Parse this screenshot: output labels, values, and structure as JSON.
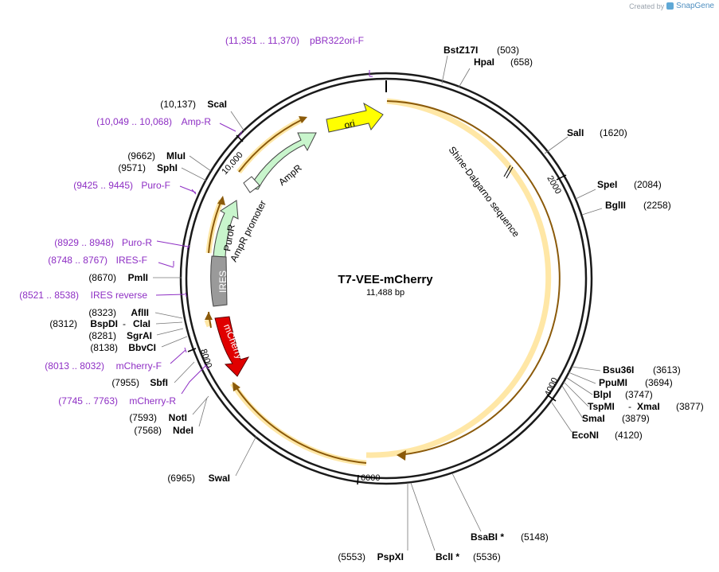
{
  "credit": {
    "prefix": "Created by",
    "brand": "SnapGene"
  },
  "plasmid": {
    "name": "T7-VEE-mCherry",
    "length_label": "11,488 bp",
    "length": 11488
  },
  "colors": {
    "enzyme_text": "#000000",
    "primer": "#8e2fc4",
    "feature_ori": "#ffff00",
    "feature_resistance": "#c8f5cc",
    "feature_mcherry": "#e00000",
    "feature_ires": "#9a9a9a",
    "orf_arrow": "#8b5a0a",
    "orf_halo": "#ffe7a6"
  },
  "tick_labels": [
    "2000",
    "4000",
    "6000",
    "8000",
    "10,000"
  ],
  "enzymes_right": [
    {
      "name": "BstZ17I",
      "pos_label": "(503)"
    },
    {
      "name": "HpaI",
      "pos_label": "(658)"
    },
    {
      "name": "SalI",
      "pos_label": "(1620)"
    },
    {
      "name": "SpeI",
      "pos_label": "(2084)"
    },
    {
      "name": "BglII",
      "pos_label": "(2258)"
    },
    {
      "name": "Bsu36I",
      "pos_label": "(3613)"
    },
    {
      "name": "PpuMI",
      "pos_label": "(3694)"
    },
    {
      "name": "BlpI",
      "pos_label": "(3747)"
    },
    {
      "name": "TspMI",
      "name2": "XmaI",
      "pos_label": "(3877)"
    },
    {
      "name": "SmaI",
      "pos_label": "(3879)"
    },
    {
      "name": "EcoNI",
      "pos_label": "(4120)"
    },
    {
      "name": "BsaBI *",
      "pos_label": "(5148)"
    },
    {
      "name": "BclI *",
      "pos_label": "(5536)"
    }
  ],
  "enzymes_left": [
    {
      "name": "PspXI",
      "pos_label": "(5553)"
    },
    {
      "name": "SwaI",
      "pos_label": "(6965)"
    },
    {
      "name": "NdeI",
      "pos_label": "(7568)"
    },
    {
      "name": "NotI",
      "pos_label": "(7593)"
    },
    {
      "name": "SbfI",
      "pos_label": "(7955)"
    },
    {
      "name": "BbvCI",
      "pos_label": "(8138)"
    },
    {
      "name": "SgrAI",
      "pos_label": "(8281)"
    },
    {
      "name": "BspDI",
      "name2": "ClaI",
      "pos_label": "(8312)"
    },
    {
      "name": "AflII",
      "pos_label": "(8323)"
    },
    {
      "name": "PmlI",
      "pos_label": "(8670)"
    },
    {
      "name": "SphI",
      "pos_label": "(9571)"
    },
    {
      "name": "MluI",
      "pos_label": "(9662)"
    },
    {
      "name": "ScaI",
      "pos_label": "(10,137)"
    }
  ],
  "primers": [
    {
      "range": "(11,351 .. 11,370)",
      "name": "pBR322ori-F"
    },
    {
      "range": "(10,049 .. 10,068)",
      "name": "Amp-R"
    },
    {
      "range": "(9425 .. 9445)",
      "name": "Puro-F"
    },
    {
      "range": "(8929 .. 8948)",
      "name": "Puro-R"
    },
    {
      "range": "(8748 .. 8767)",
      "name": "IRES-F"
    },
    {
      "range": "(8521 .. 8538)",
      "name": "IRES reverse"
    },
    {
      "range": "(8013 .. 8032)",
      "name": "mCherry-F"
    },
    {
      "range": "(7745 .. 7763)",
      "name": "mCherry-R"
    }
  ],
  "features": [
    {
      "name": "ori"
    },
    {
      "name": "AmpR"
    },
    {
      "name": "AmpR promoter"
    },
    {
      "name": "PuroR"
    },
    {
      "name": "IRES"
    },
    {
      "name": "mCherry"
    },
    {
      "name": "Shine-Dalgarno sequence"
    }
  ]
}
